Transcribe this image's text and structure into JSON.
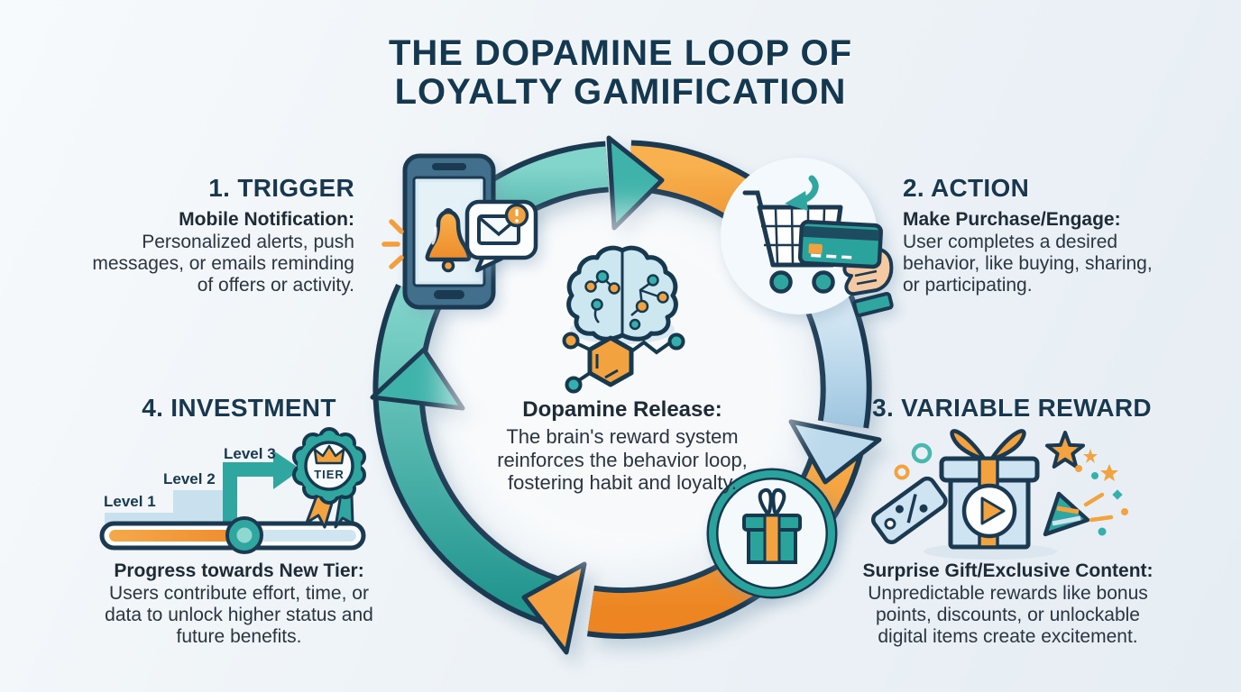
{
  "title": {
    "line1": "THE DOPAMINE LOOP OF",
    "line2": "LOYALTY GAMIFICATION"
  },
  "center": {
    "heading": "Dopamine Release:",
    "body": "The brain's reward system reinforces the behavior loop, fostering habit and loyalty."
  },
  "sections": {
    "trigger": {
      "heading": "1. TRIGGER",
      "subheading": "Mobile Notification:",
      "body": "Personalized alerts, push messages, or emails reminding of offers or activity."
    },
    "action": {
      "heading": "2. ACTION",
      "subheading": "Make Purchase/Engage:",
      "body": "User completes a desired behavior, like buying, sharing, or participating."
    },
    "variable_reward": {
      "heading": "3. VARIABLE REWARD",
      "subheading": "Surprise Gift/Exclusive Content:",
      "body": "Unpredictable rewards like bonus points, discounts, or unlockable digital items create excitement."
    },
    "investment": {
      "heading": "4. INVESTMENT",
      "subheading": "Progress towards New Tier:",
      "body": "Users contribute effort, time, or data to unlock higher status and future benefits.",
      "levels": [
        "Level 1",
        "Level 2",
        "Level 3"
      ],
      "badge_label": "TIER"
    }
  },
  "icons": {
    "phone": "smartphone with notification bell",
    "notification-bell": "bell",
    "message-bubble": "speech bubble with envelope and alert badge",
    "alert-sparks": "notification spark lines",
    "cart": "shopping cart with add arrow",
    "credit-card-hand": "hand holding credit card",
    "gift-loop": "gift box inside circular ring on loop",
    "brain": "brain with neural nodes",
    "dopamine-molecule": "dopamine molecule structure",
    "price-tag": "discount percent tag",
    "gift-box": "gift box with play button",
    "star": "star",
    "party-popper": "confetti popper",
    "tier-badge": "rosette badge with crown",
    "level-steps": "ascending level steps with arrow",
    "progress-bar": "progress slider toward new tier"
  },
  "colors": {
    "navy": "#1b3a52",
    "title_navy": "#14384f",
    "teal": "#2fa7a0",
    "teal_light": "#8ed8cf",
    "orange": "#f49d3d",
    "orange_dark": "#ee8b2c",
    "light_blue": "#b9d8ea",
    "sky": "#cfe4f2",
    "background": "#edf2f6",
    "body_text": "#2a3540"
  }
}
